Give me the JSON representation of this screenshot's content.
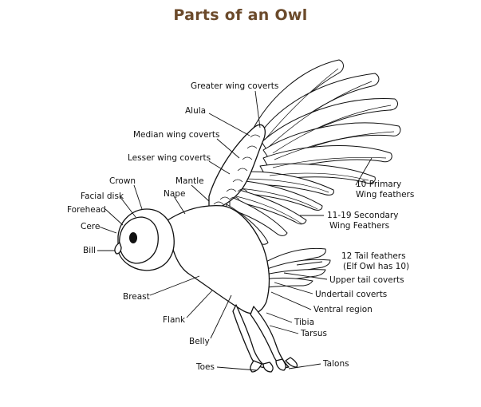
{
  "title": "Parts of an Owl",
  "labels": {
    "greater_wing_coverts": "Greater wing coverts",
    "alula": "Alula",
    "median_wing_coverts": "Median wing coverts",
    "lesser_wing_coverts": "Lesser wing coverts",
    "crown": "Crown",
    "mantle": "Mantle",
    "facial_disk": "Facial disk",
    "nape": "Nape",
    "forehead": "Forehead",
    "cere": "Cere",
    "bill": "Bill",
    "primary_1": "10 Primary",
    "primary_2": "Wing feathers",
    "secondary_1": "11-19 Secondary",
    "secondary_2": "Wing Feathers",
    "tail_1": "12 Tail feathers",
    "tail_2": "(Elf Owl has 10)",
    "upper_tail_coverts": "Upper tail coverts",
    "undertail_coverts": "Undertail coverts",
    "ventral_region": "Ventral region",
    "breast": "Breast",
    "tibia": "Tibia",
    "tarsus": "Tarsus",
    "flank": "Flank",
    "belly": "Belly",
    "toes": "Toes",
    "talons": "Talons"
  }
}
